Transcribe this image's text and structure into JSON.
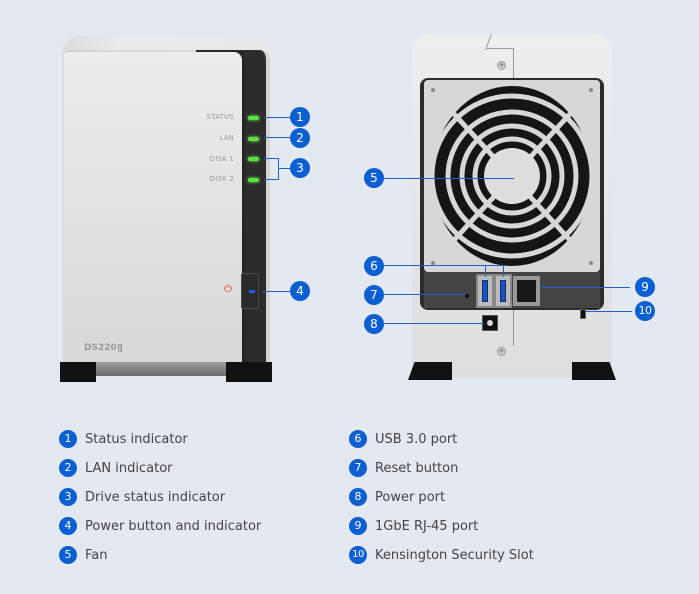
{
  "front": {
    "model": "DS220",
    "model_suffix": "j",
    "led_labels": [
      "STATUS",
      "LAN",
      "DISK 1",
      "DISK 2"
    ],
    "power_icon": "⏻"
  },
  "callouts": {
    "c1": "1",
    "c2": "2",
    "c3": "3",
    "c4": "4",
    "c5": "5",
    "c6": "6",
    "c7": "7",
    "c8": "8",
    "c9": "9",
    "c10": "10"
  },
  "legend": {
    "left": [
      {
        "num": "1",
        "label": "Status indicator"
      },
      {
        "num": "2",
        "label": "LAN indicator"
      },
      {
        "num": "3",
        "label": "Drive status indicator"
      },
      {
        "num": "4",
        "label": "Power button and indicator"
      },
      {
        "num": "5",
        "label": "Fan"
      }
    ],
    "right": [
      {
        "num": "6",
        "label": "USB 3.0 port"
      },
      {
        "num": "7",
        "label": "Reset button"
      },
      {
        "num": "8",
        "label": "Power port"
      },
      {
        "num": "9",
        "label": "1GbE RJ-45 port"
      },
      {
        "num": "10",
        "label": "Kensington Security Slot"
      }
    ]
  },
  "colors": {
    "background": "#e4e8f1",
    "badge": "#0a5fd2",
    "led_green": "#58e23c",
    "power_red": "#e53a2c",
    "power_led_blue": "#1e5bff",
    "usb_blue": "#1f4fb9"
  }
}
